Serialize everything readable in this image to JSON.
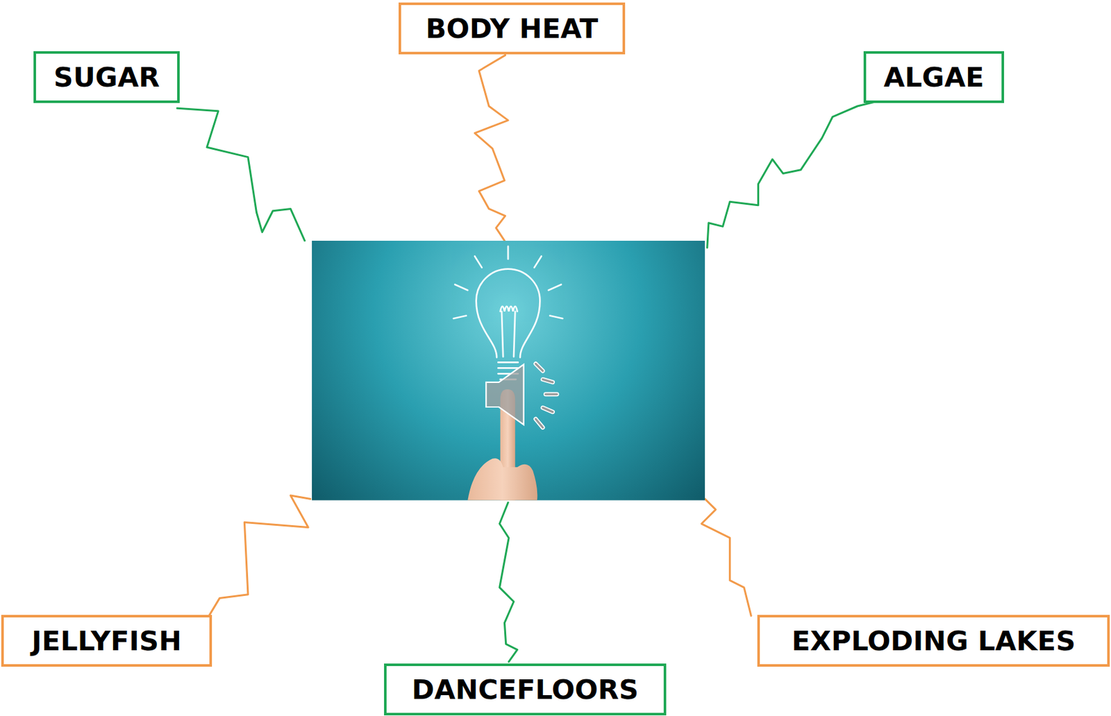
{
  "diagram": {
    "nodes": [
      {
        "text": [
          "SUGAR"
        ]
      },
      {
        "text": [
          "BODY HEAT"
        ]
      },
      {
        "text": [
          "ALGAE"
        ]
      },
      {
        "text": [
          "JELLYFISH"
        ]
      },
      {
        "text": [
          "DANCEFLOORS"
        ]
      },
      {
        "text": [
          "EXPLODING LAKES"
        ]
      }
    ]
  }
}
